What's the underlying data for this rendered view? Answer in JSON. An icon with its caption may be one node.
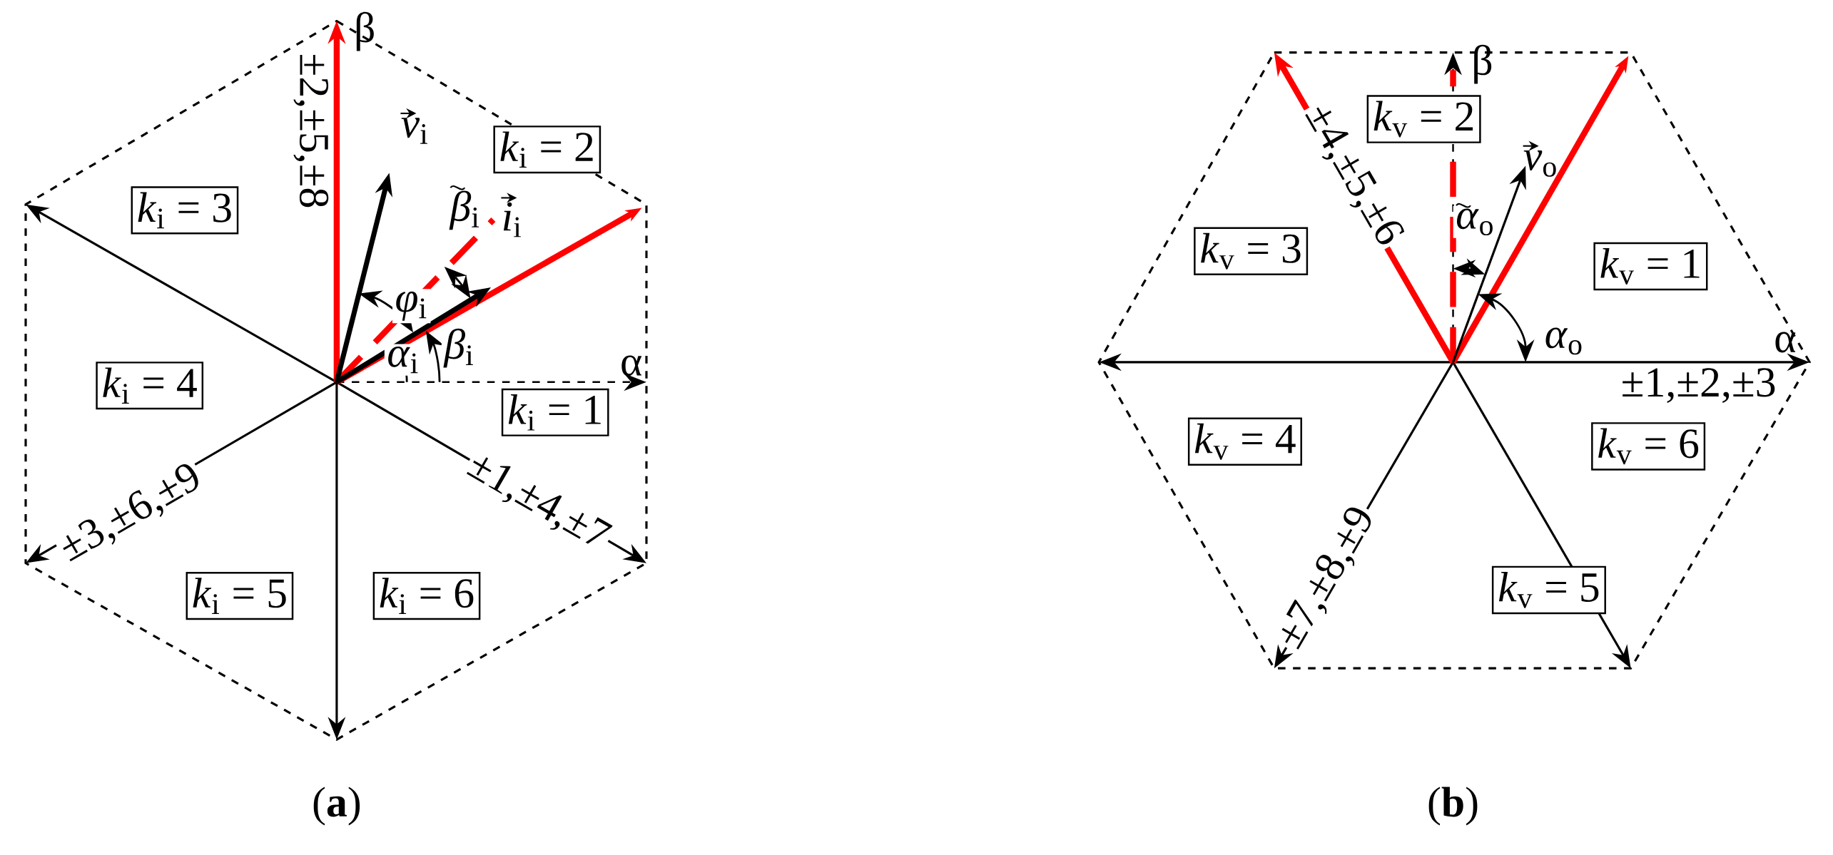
{
  "diagram": {
    "nodes": [
      {
        "text": [
          "*k*$_{i}$ = 2"
        ]
      },
      {
        "text": [
          "*k*$_{i}$ = 3"
        ]
      },
      {
        "text": [
          "*k*$_{i}$ = 4"
        ]
      },
      {
        "text": [
          "*k*$_{i}$ = 1"
        ]
      },
      {
        "text": [
          "*k*$_{i}$ = 5"
        ]
      },
      {
        "text": [
          "*k*$_{i}$ = 6"
        ]
      },
      {
        "text": [
          "*k*$_{v}$ = 2"
        ]
      },
      {
        "text": [
          "*k*$_{v}$ = 3"
        ]
      },
      {
        "text": [
          "*k*$_{v}$ = 1"
        ]
      },
      {
        "text": [
          "*k*$_{v}$ = 4"
        ]
      },
      {
        "text": [
          "*k*$_{v}$ = 6"
        ]
      },
      {
        "text": [
          "*k*$_{v}$ = 5"
        ]
      }
    ],
    "labels": [
      "β",
      "*v*$_{i}$",
      "*β*$_{i}$",
      "*i*$_{i}$",
      "*φ*$_{i}$",
      "*β*$_{i}$",
      "*α*$_{i}$",
      "α",
      "±2,±5,±8",
      "±3,±6,±9",
      "±1,±4,±7",
      "(**a**)",
      "β",
      "±4,±5,±6",
      "*v*$_{o}$",
      "*α*$_{o}$",
      "*α*$_{o}$",
      "α",
      "±1,±2,±3",
      "±7,±8,±9",
      "(**b**)"
    ]
  }
}
